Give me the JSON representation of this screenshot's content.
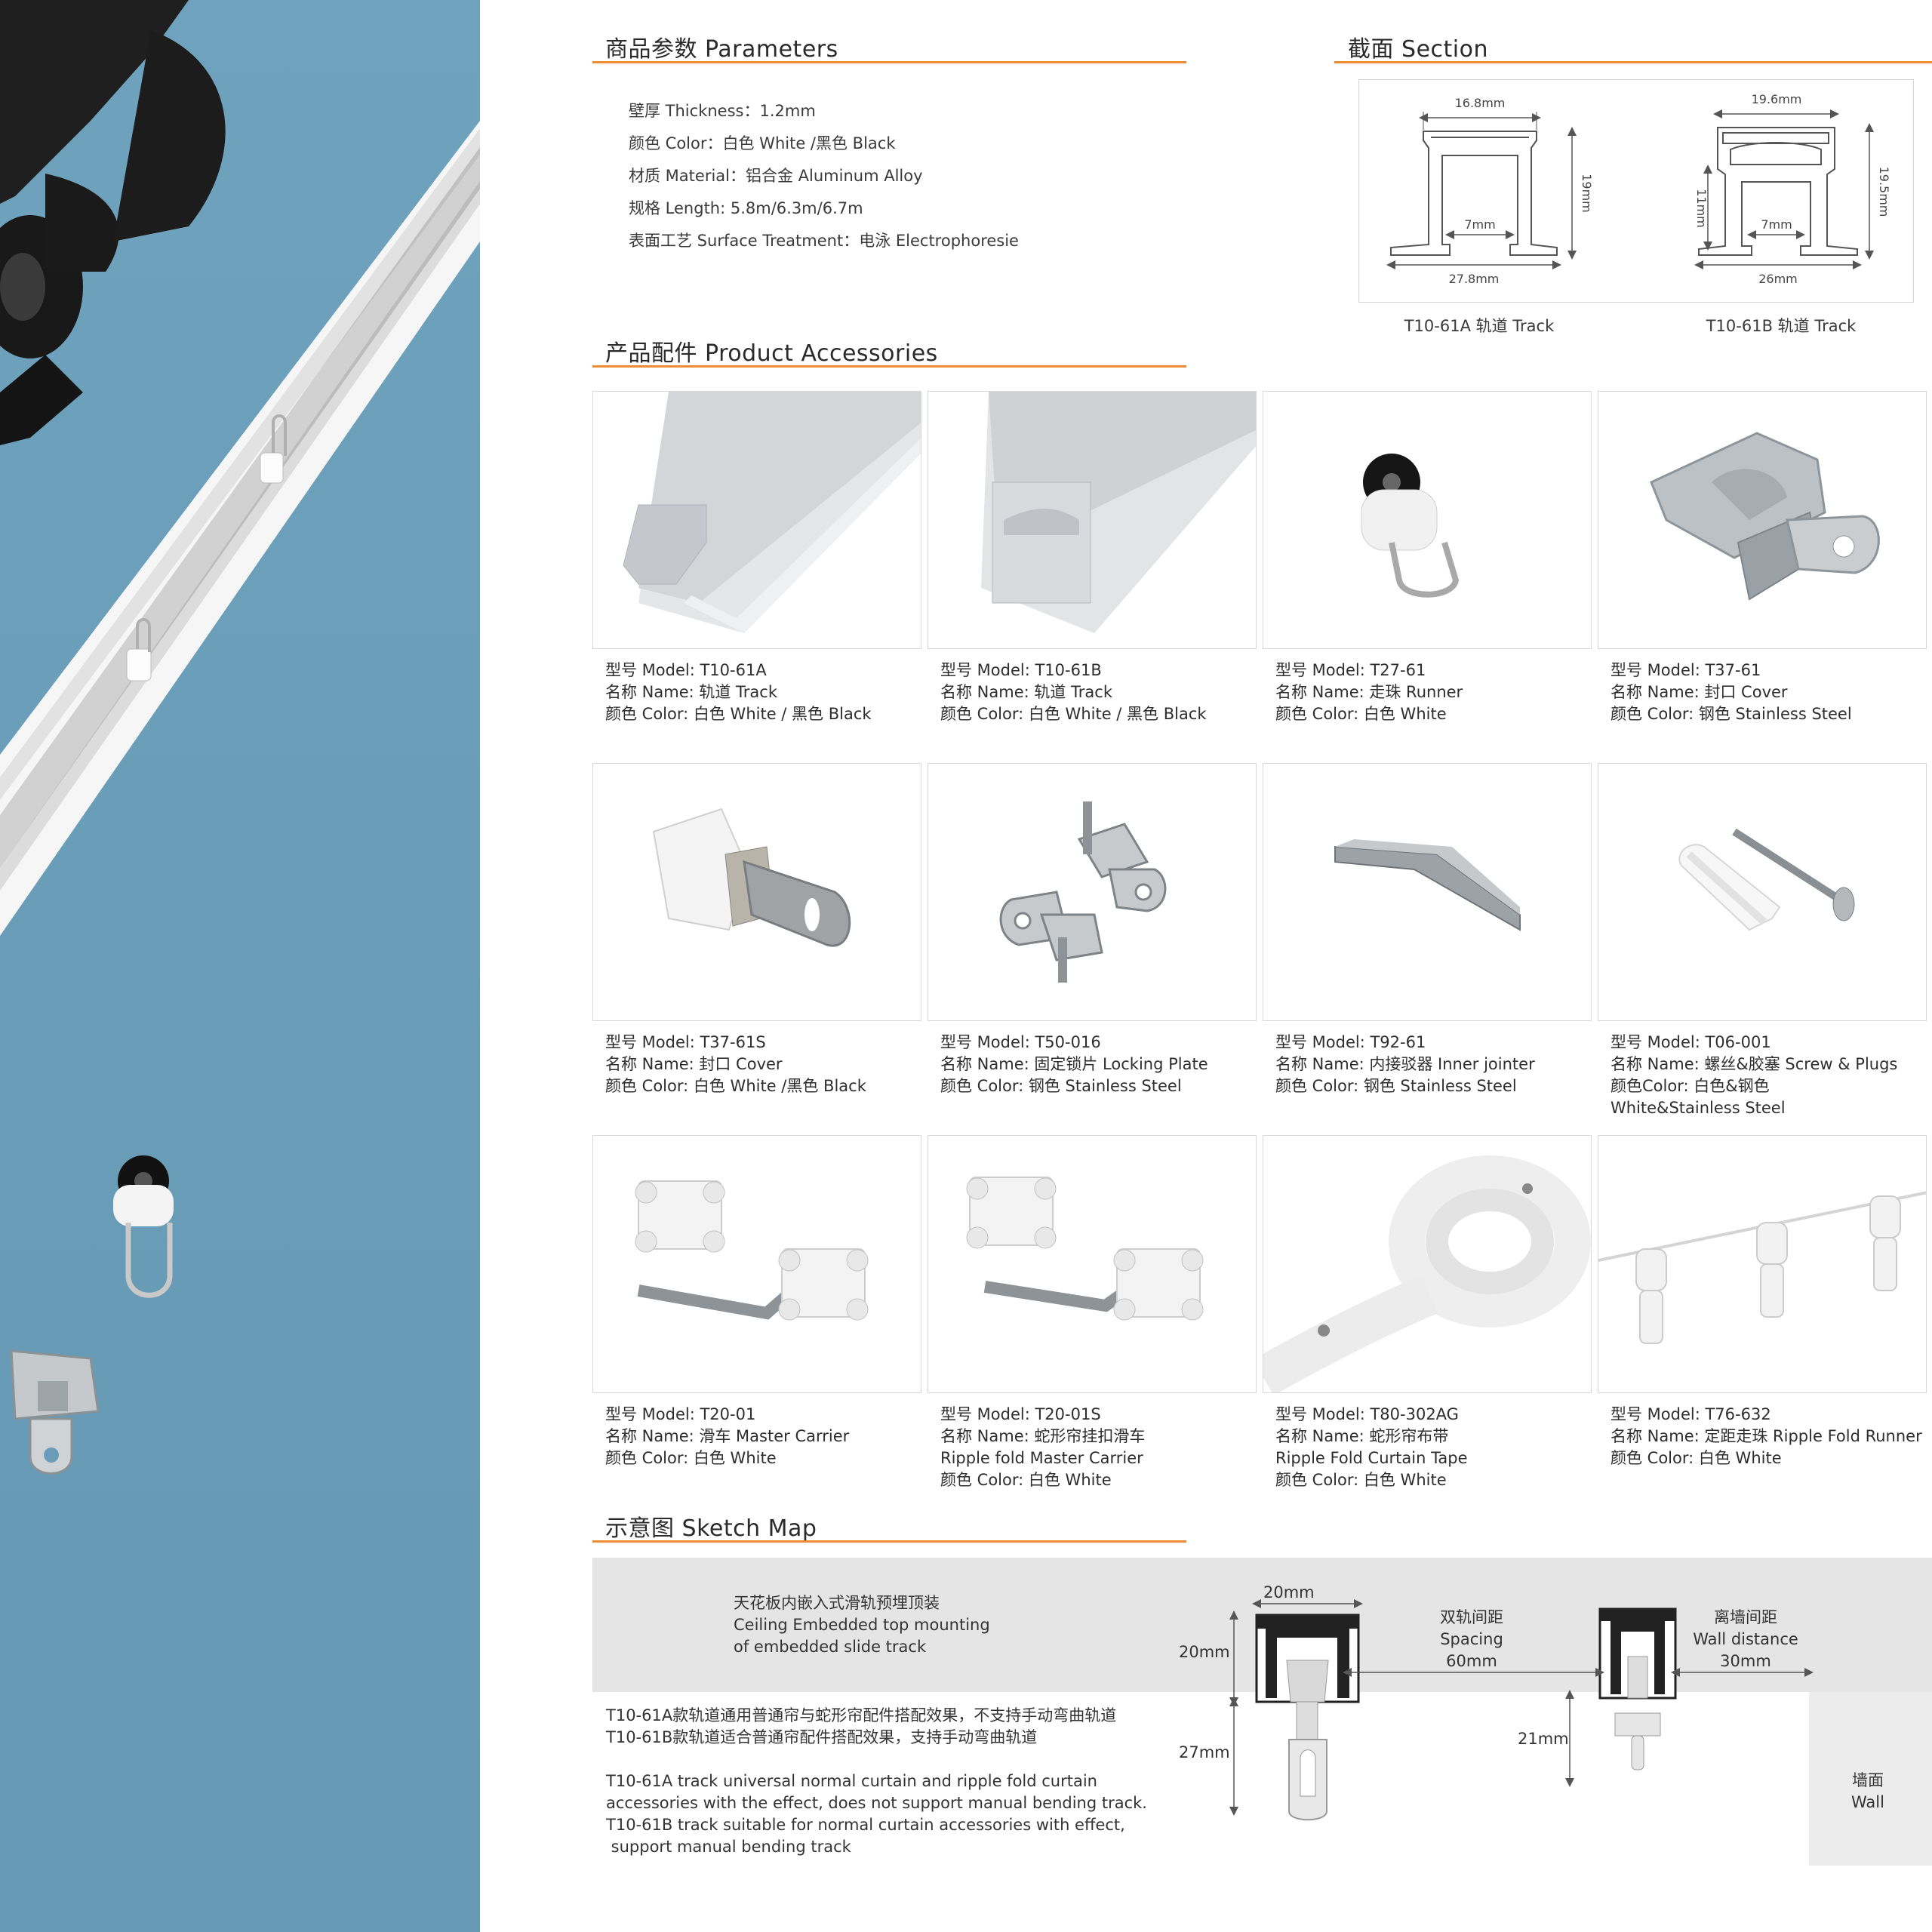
{
  "parameters": {
    "heading": "商品参数 Parameters",
    "items": [
      "壁厚 Thickness：1.2mm",
      "颜色 Color：白色 White /黑色 Black",
      "材质 Material：铝合金 Aluminum Alloy",
      "规格 Length: 5.8m/6.3m/6.7m",
      "表面工艺 Surface Treatment：电泳 Electrophoresie"
    ]
  },
  "section": {
    "heading": "截面 Section",
    "track_a": {
      "caption": "T10-61A 轨道 Track",
      "top_width": "16.8mm",
      "height": "19mm",
      "slot": "7mm",
      "base_width": "27.8mm"
    },
    "track_b": {
      "caption": "T10-61B 轨道 Track",
      "top_width": "19.6mm",
      "height": "19.5mm",
      "inner_height": "11mm",
      "slot": "7mm",
      "base_width": "26mm"
    }
  },
  "accessories": {
    "heading": "产品配件 Product Accessories",
    "items": [
      {
        "icon": "track-a-profile-icon",
        "lines": [
          "型号 Model: T10-61A",
          "名称 Name: 轨道 Track",
          "颜色 Color: 白色 White / 黑色 Black"
        ]
      },
      {
        "icon": "track-b-profile-icon",
        "lines": [
          "型号 Model: T10-61B",
          "名称 Name: 轨道 Track",
          "颜色 Color: 白色 White / 黑色 Black"
        ]
      },
      {
        "icon": "runner-icon",
        "lines": [
          "型号 Model: T27-61",
          "名称 Name: 走珠 Runner",
          "颜色 Color: 白色 White"
        ]
      },
      {
        "icon": "end-cover-steel-icon",
        "lines": [
          "型号 Model: T37-61",
          "名称 Name: 封口 Cover",
          "颜色 Color: 钢色 Stainless Steel"
        ]
      },
      {
        "icon": "end-cover-white-icon",
        "lines": [
          "型号 Model: T37-61S",
          "名称 Name: 封口 Cover",
          "颜色 Color: 白色 White /黑色 Black"
        ]
      },
      {
        "icon": "locking-plate-icon",
        "lines": [
          "型号 Model: T50-016",
          "名称 Name: 固定锁片 Locking Plate",
          "颜色 Color: 钢色 Stainless Steel"
        ]
      },
      {
        "icon": "inner-jointer-icon",
        "lines": [
          "型号 Model: T92-61",
          "名称 Name: 内接驳器 Inner jointer",
          "颜色 Color: 钢色 Stainless Steel"
        ]
      },
      {
        "icon": "screw-plug-icon",
        "lines": [
          "型号 Model: T06-001",
          "名称 Name: 螺丝&胶塞 Screw & Plugs",
          "颜色Color: 白色&钢色",
          "White&Stainless Steel"
        ]
      },
      {
        "icon": "master-carrier-icon",
        "lines": [
          "型号 Model: T20-01",
          "名称 Name: 滑车 Master Carrier",
          "颜色 Color: 白色 White"
        ]
      },
      {
        "icon": "ripple-master-carrier-icon",
        "lines": [
          "型号 Model: T20-01S",
          "名称 Name: 蛇形帘挂扣滑车",
          "Ripple fold Master Carrier",
          "颜色 Color: 白色 White"
        ]
      },
      {
        "icon": "curtain-tape-icon",
        "lines": [
          "型号 Model: T80-302AG",
          "名称 Name: 蛇形帘布带",
          "Ripple Fold Curtain Tape",
          "颜色 Color: 白色 White"
        ]
      },
      {
        "icon": "ripple-runner-icon",
        "lines": [
          "型号 Model: T76-632",
          "名称 Name: 定距走珠 Ripple Fold Runner",
          "颜色 Color: 白色 White"
        ]
      }
    ]
  },
  "sketch": {
    "heading": "示意图 Sketch Map",
    "mount_label": [
      "天花板内嵌入式滑轨预埋顶装",
      "Ceiling Embedded top mounting",
      "of embedded slide track"
    ],
    "notes_cn": [
      "T10-61A款轨道通用普通帘与蛇形帘配件搭配效果，不支持手动弯曲轨道",
      "T10-61B款轨道适合普通帘配件搭配效果，支持手动弯曲轨道"
    ],
    "notes_en": [
      "T10-61A track universal normal curtain and ripple fold curtain",
      "accessories with the effect, does not support manual bending track.",
      "T10-61B track suitable for normal curtain accessories with effect,",
      " support manual bending track"
    ],
    "dim_top": "20mm",
    "dim_left_upper": "20mm",
    "dim_left_lower": "27mm",
    "dim_mid": "21mm",
    "spacing": [
      "双轨间距",
      "Spacing",
      "60mm"
    ],
    "wall_distance": [
      "离墙间距",
      "Wall distance",
      "30mm"
    ],
    "wall": [
      "墙面",
      "Wall"
    ]
  },
  "colors": {
    "accent": "#f08a33",
    "photo_bg": "#6a9db8"
  }
}
